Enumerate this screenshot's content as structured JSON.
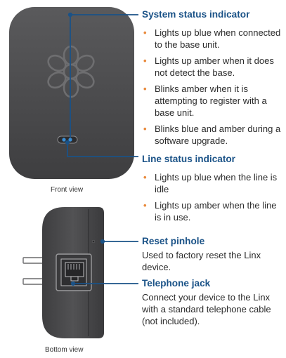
{
  "views": {
    "front_caption": "Front view",
    "bottom_caption": "Bottom view"
  },
  "system_status": {
    "title": "System status indicator",
    "items": [
      "Lights up blue when connected to the base unit.",
      "Lights up amber when it does not detect the base.",
      "Blinks amber when it is attempting to register with a base unit.",
      "Blinks blue and amber during a software upgrade."
    ]
  },
  "line_status": {
    "title": "Line status indicator",
    "items": [
      "Lights up blue when the line is idle",
      "Lights up amber when the line is in use."
    ]
  },
  "reset": {
    "title": "Reset pinhole",
    "description": "Used to factory reset the Linx device."
  },
  "jack": {
    "title": "Telephone jack",
    "description": "Connect your device to the Linx with a standard telephone cable (not included)."
  },
  "colors": {
    "heading": "#1a5287",
    "bullet": "#e98a3c",
    "device_body": "#4a4a4c",
    "leader_line": "#1a5287",
    "led_blue": "#3a8fd6"
  },
  "icons": [
    "ooma-flower-logo-icon",
    "status-led-icon",
    "reset-pinhole-icon",
    "telephone-jack-icon",
    "power-plug-prongs-icon"
  ]
}
